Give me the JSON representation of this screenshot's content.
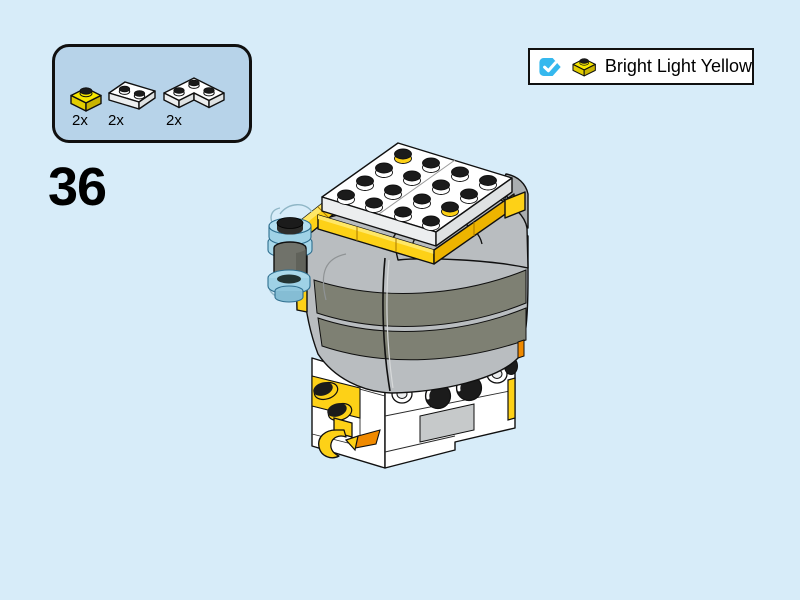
{
  "palette": {
    "background": "#d7ecf9",
    "panel_fill": "#b7d3e9",
    "outline": "#101010",
    "icon_yellow": "#f6e600",
    "brick_white": "#ffffff",
    "brick_yellow": "#fdd117",
    "brick_yellow_light": "#ffe766",
    "brick_yellow_dark": "#edb400",
    "helmet_gray": "#b9bdc0",
    "helmet_gray_mid": "#aaaeb0",
    "band_gray": "#7e8073",
    "stud_black": "#1b1b1b",
    "trans_blue": "#a9d9eb",
    "trans_blue_edge": "#2f6f8f",
    "cylinder_gray": "#70726a",
    "accent_orange": "#f08a00",
    "legend_cyan": "#35b8ee",
    "face_panel_gray": "#c6c9ca"
  },
  "step": {
    "number": "36"
  },
  "parts_panel": {
    "parts": [
      {
        "id": "plate-1x1-yellow",
        "count": "2x"
      },
      {
        "id": "plate-1x2-white",
        "count": "2x"
      },
      {
        "id": "plate-2x2-corner-white",
        "count": "2x"
      }
    ]
  },
  "legend": {
    "label": "Bright Light Yellow",
    "checked": true
  }
}
